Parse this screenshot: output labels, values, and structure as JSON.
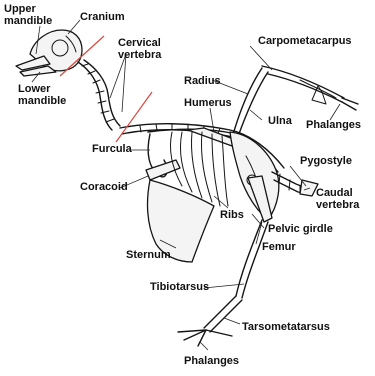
{
  "labels": {
    "upper_mandible": [
      "Upper",
      "mandible"
    ],
    "cranium": "Cranium",
    "lower_mandible": [
      "Lower",
      "mandible"
    ],
    "cervical_vertebra": [
      "Cervical",
      "vertebra"
    ],
    "carpometacarpus": "Carpometacarpus",
    "radius": "Radius",
    "humerus": "Humerus",
    "ulna": "Ulna",
    "phalanges_wing": "Phalanges",
    "furcula": "Furcula",
    "pygostyle": "Pygostyle",
    "coracoid": "Coracoid",
    "caudal_vertebra": [
      "Caudal",
      "vertebra"
    ],
    "ribs": "Ribs",
    "pelvic_girdle": "Pelvic girdle",
    "femur": "Femur",
    "sternum": "Sternum",
    "tibiotarsus": "Tibiotarsus",
    "tarsometatarsus": "Tarsometatarsus",
    "phalanges_foot": "Phalanges"
  },
  "colors": {
    "cut_lines": "#d9473e",
    "bone_outline": "#151515",
    "label_text": "#111111"
  }
}
